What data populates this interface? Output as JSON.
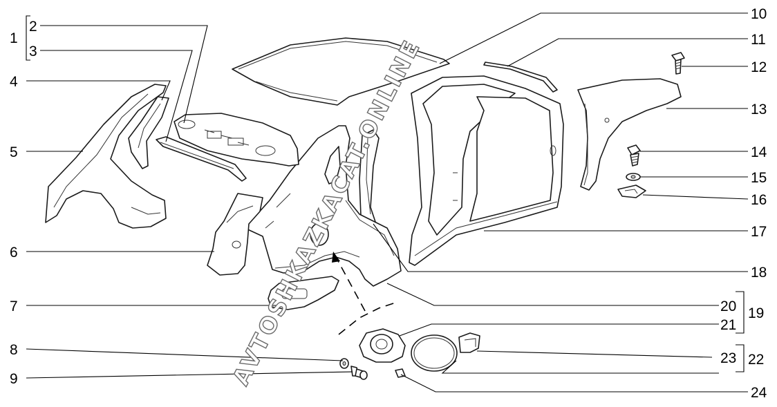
{
  "callouts": [
    {
      "id": "c1",
      "text": "1"
    },
    {
      "id": "c2",
      "text": "2"
    },
    {
      "id": "c3",
      "text": "3"
    },
    {
      "id": "c4",
      "text": "4"
    },
    {
      "id": "c5",
      "text": "5"
    },
    {
      "id": "c6",
      "text": "6"
    },
    {
      "id": "c7",
      "text": "7"
    },
    {
      "id": "c8",
      "text": "8"
    },
    {
      "id": "c9",
      "text": "9"
    },
    {
      "id": "c10",
      "text": "10"
    },
    {
      "id": "c11",
      "text": "11"
    },
    {
      "id": "c12",
      "text": "12"
    },
    {
      "id": "c13",
      "text": "13"
    },
    {
      "id": "c14",
      "text": "14"
    },
    {
      "id": "c15",
      "text": "15"
    },
    {
      "id": "c16",
      "text": "16"
    },
    {
      "id": "c17",
      "text": "17"
    },
    {
      "id": "c18",
      "text": "18"
    },
    {
      "id": "c19",
      "text": "19"
    },
    {
      "id": "c20",
      "text": "20"
    },
    {
      "id": "c21",
      "text": "21"
    },
    {
      "id": "c22",
      "text": "22"
    },
    {
      "id": "c23",
      "text": "23"
    },
    {
      "id": "c24",
      "text": "24"
    }
  ],
  "watermark": "AVTOSHKAZKACAT.ONLINE",
  "colors": {
    "line": "#000000",
    "background": "#ffffff",
    "watermark_outline": "#6a6a6a"
  }
}
